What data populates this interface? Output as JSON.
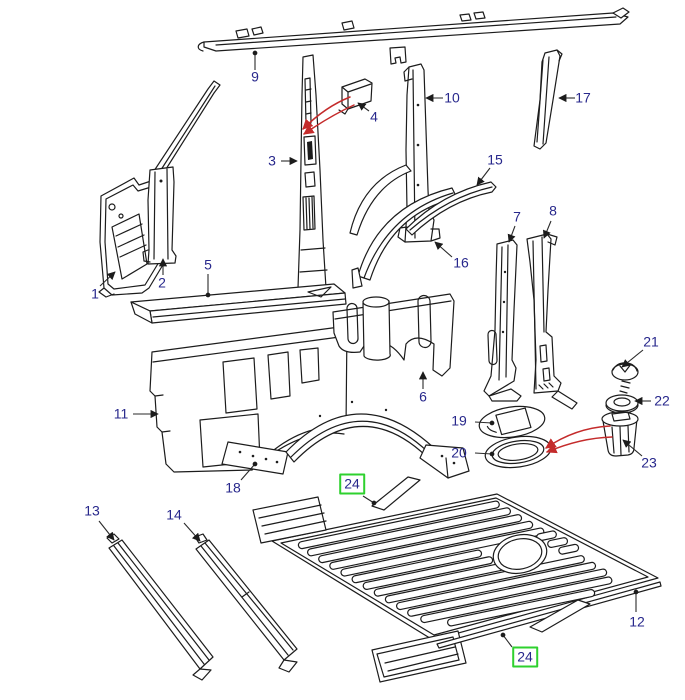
{
  "diagram": {
    "kind": "exploded-parts-diagram",
    "colors": {
      "background": "#ffffff",
      "line": "#1c1c1c",
      "label": "#28288c",
      "highlight_box": "#2ed12e",
      "reference_line": "#c42b2b"
    },
    "callouts": {
      "c1": {
        "label": "1",
        "highlighted": false
      },
      "c2": {
        "label": "2",
        "highlighted": false
      },
      "c3": {
        "label": "3",
        "highlighted": false
      },
      "c4": {
        "label": "4",
        "highlighted": false
      },
      "c5": {
        "label": "5",
        "highlighted": false
      },
      "c6": {
        "label": "6",
        "highlighted": false
      },
      "c7": {
        "label": "7",
        "highlighted": false
      },
      "c8": {
        "label": "8",
        "highlighted": false
      },
      "c9": {
        "label": "9",
        "highlighted": false
      },
      "c10": {
        "label": "10",
        "highlighted": false
      },
      "c11": {
        "label": "11",
        "highlighted": false
      },
      "c12": {
        "label": "12",
        "highlighted": false
      },
      "c13": {
        "label": "13",
        "highlighted": false
      },
      "c14": {
        "label": "14",
        "highlighted": false
      },
      "c15": {
        "label": "15",
        "highlighted": false
      },
      "c16": {
        "label": "16",
        "highlighted": false
      },
      "c17": {
        "label": "17",
        "highlighted": false
      },
      "c18": {
        "label": "18",
        "highlighted": false
      },
      "c19": {
        "label": "19",
        "highlighted": false
      },
      "c20": {
        "label": "20",
        "highlighted": false
      },
      "c21": {
        "label": "21",
        "highlighted": false
      },
      "c22": {
        "label": "22",
        "highlighted": false
      },
      "c23": {
        "label": "23",
        "highlighted": false
      },
      "c24a": {
        "label": "24",
        "highlighted": true
      },
      "c24b": {
        "label": "24",
        "highlighted": true
      }
    }
  }
}
